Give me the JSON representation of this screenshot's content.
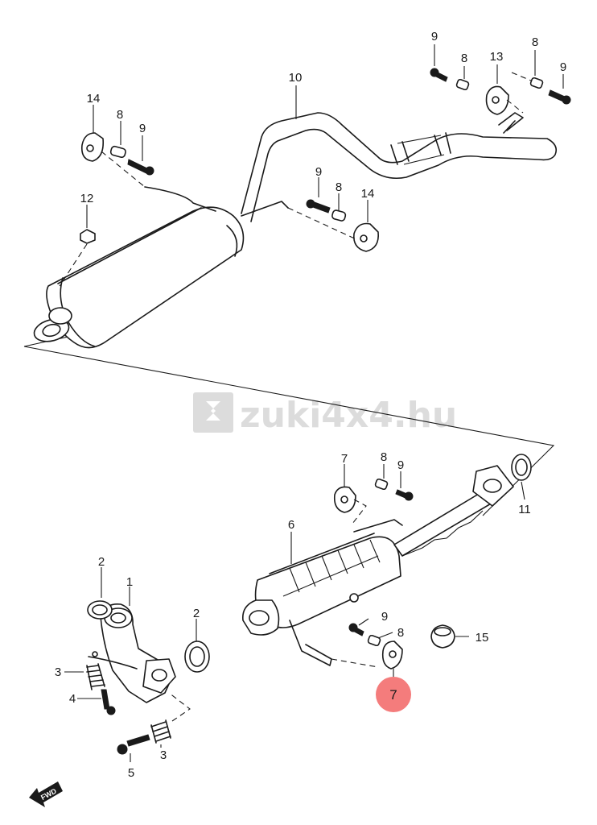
{
  "watermark": {
    "text": "zuki4x4.hu"
  },
  "fwd_label": "FWD",
  "highlight": {
    "part": "7",
    "color": "#f47c7c"
  },
  "callouts": [
    {
      "id": "c-9a",
      "label": "9"
    },
    {
      "id": "c-8a",
      "label": "8"
    },
    {
      "id": "c-13",
      "label": "13"
    },
    {
      "id": "c-8b",
      "label": "8"
    },
    {
      "id": "c-9b",
      "label": "9"
    },
    {
      "id": "c-10",
      "label": "10"
    },
    {
      "id": "c-14a",
      "label": "14"
    },
    {
      "id": "c-8c",
      "label": "8"
    },
    {
      "id": "c-9c",
      "label": "9"
    },
    {
      "id": "c-12",
      "label": "12"
    },
    {
      "id": "c-9d",
      "label": "9"
    },
    {
      "id": "c-8d",
      "label": "8"
    },
    {
      "id": "c-14b",
      "label": "14"
    },
    {
      "id": "c-7a",
      "label": "7"
    },
    {
      "id": "c-8e",
      "label": "8"
    },
    {
      "id": "c-9e",
      "label": "9"
    },
    {
      "id": "c-11",
      "label": "11"
    },
    {
      "id": "c-6",
      "label": "6"
    },
    {
      "id": "c-2a",
      "label": "2"
    },
    {
      "id": "c-1",
      "label": "1"
    },
    {
      "id": "c-2b",
      "label": "2"
    },
    {
      "id": "c-9f",
      "label": "9"
    },
    {
      "id": "c-8f",
      "label": "8"
    },
    {
      "id": "c-15",
      "label": "15"
    },
    {
      "id": "c-3a",
      "label": "3"
    },
    {
      "id": "c-4",
      "label": "4"
    },
    {
      "id": "c-3b",
      "label": "3"
    },
    {
      "id": "c-5",
      "label": "5"
    }
  ]
}
